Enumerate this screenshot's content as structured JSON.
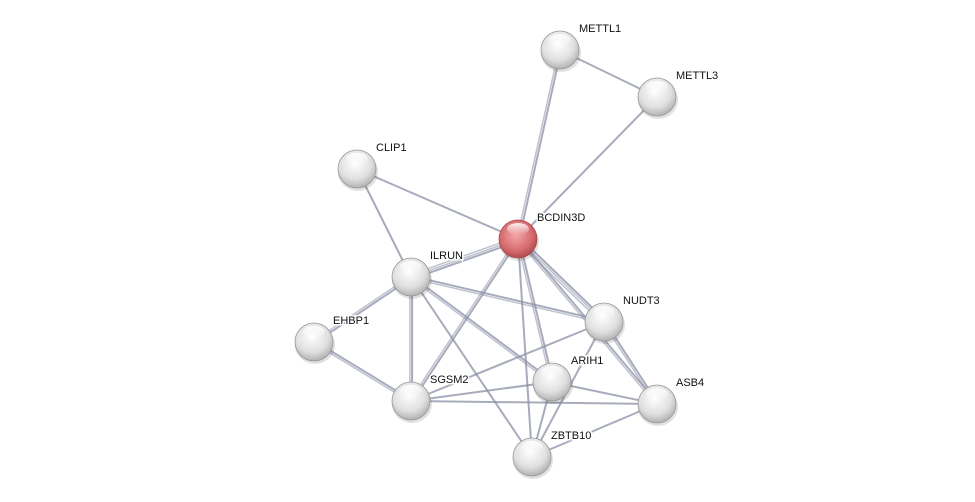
{
  "network": {
    "query_protein": "BCDIN3D",
    "nodes": [
      {
        "id": "METTL1",
        "label": "METTL1",
        "query": false
      },
      {
        "id": "METTL3",
        "label": "METTL3",
        "query": false
      },
      {
        "id": "CLIP1",
        "label": "CLIP1",
        "query": false
      },
      {
        "id": "BCDIN3D",
        "label": "BCDIN3D",
        "query": true
      },
      {
        "id": "ILRUN",
        "label": "ILRUN",
        "query": false
      },
      {
        "id": "NUDT3",
        "label": "NUDT3",
        "query": false
      },
      {
        "id": "EHBP1",
        "label": "EHBP1",
        "query": false
      },
      {
        "id": "ARIH1",
        "label": "ARIH1",
        "query": false
      },
      {
        "id": "SGSM2",
        "label": "SGSM2",
        "query": false
      },
      {
        "id": "ASB4",
        "label": "ASB4",
        "query": false
      },
      {
        "id": "ZBTB10",
        "label": "ZBTB10",
        "query": false
      }
    ],
    "edges": [
      [
        "METTL1",
        "METTL3",
        1
      ],
      [
        "METTL1",
        "BCDIN3D",
        2
      ],
      [
        "METTL3",
        "BCDIN3D",
        1
      ],
      [
        "CLIP1",
        "BCDIN3D",
        1
      ],
      [
        "CLIP1",
        "ILRUN",
        1
      ],
      [
        "BCDIN3D",
        "ILRUN",
        3
      ],
      [
        "BCDIN3D",
        "NUDT3",
        3
      ],
      [
        "BCDIN3D",
        "ASB4",
        2
      ],
      [
        "BCDIN3D",
        "ARIH1",
        2
      ],
      [
        "BCDIN3D",
        "ZBTB10",
        1
      ],
      [
        "BCDIN3D",
        "SGSM2",
        2
      ],
      [
        "ILRUN",
        "EHBP1",
        2
      ],
      [
        "ILRUN",
        "SGSM2",
        2
      ],
      [
        "ILRUN",
        "NUDT3",
        2
      ],
      [
        "ILRUN",
        "ARIH1",
        2
      ],
      [
        "ILRUN",
        "ZBTB10",
        1
      ],
      [
        "EHBP1",
        "SGSM2",
        2
      ],
      [
        "SGSM2",
        "NUDT3",
        1
      ],
      [
        "SGSM2",
        "ARIH1",
        1
      ],
      [
        "SGSM2",
        "ASB4",
        1
      ],
      [
        "NUDT3",
        "ASB4",
        2
      ],
      [
        "NUDT3",
        "ZBTB10",
        1
      ],
      [
        "ARIH1",
        "ASB4",
        1
      ],
      [
        "ARIH1",
        "ZBTB10",
        1
      ],
      [
        "ASB4",
        "ZBTB10",
        1
      ]
    ],
    "colors": {
      "edge": "#8a8fa6",
      "node": "#e2e2e2",
      "query_node": "#d9686c"
    }
  }
}
